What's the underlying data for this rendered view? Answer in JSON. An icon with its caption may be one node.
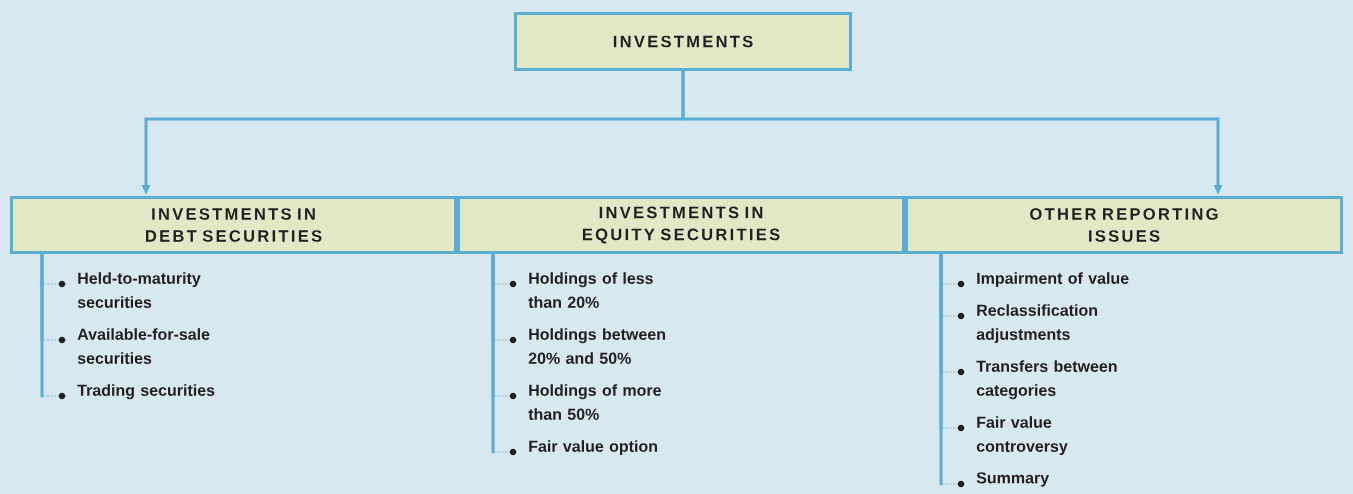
{
  "diagram": {
    "nodes": [
      {
        "text": [
          "INVESTMENTS"
        ]
      },
      {
        "text": [
          "INVESTMENTS IN DEBT SECURITIES"
        ]
      },
      {
        "text": [
          "INVESTMENTS IN EQUITY SECURITIES"
        ]
      },
      {
        "text": [
          "OTHER REPORTING ISSUES"
        ]
      },
      {
        "text": [
          "Held-to-maturity securities"
        ]
      },
      {
        "text": [
          "Available-for-sale securities"
        ]
      },
      {
        "text": [
          "Trading securities"
        ]
      },
      {
        "text": [
          "Holdings of less than 20%"
        ]
      },
      {
        "text": [
          "Holdings between 20% and 50%"
        ]
      },
      {
        "text": [
          "Holdings of more than 50%"
        ]
      },
      {
        "text": [
          "Fair value option"
        ]
      },
      {
        "text": [
          "Impairment of value"
        ]
      },
      {
        "text": [
          "Reclassification adjustments"
        ]
      },
      {
        "text": [
          "Transfers between categories"
        ]
      },
      {
        "text": [
          "Fair value controversy"
        ]
      },
      {
        "text": [
          "Summary"
        ]
      }
    ],
    "edges": [
      {
        "from": 0,
        "to": 1,
        "arrow": "to"
      },
      {
        "from": 0,
        "to": 3,
        "arrow": "to"
      },
      {
        "from": 1,
        "to": 4,
        "arrow": "none"
      },
      {
        "from": 1,
        "to": 5,
        "arrow": "none"
      },
      {
        "from": 1,
        "to": 6,
        "arrow": "none"
      },
      {
        "from": 2,
        "to": 7,
        "arrow": "none"
      },
      {
        "from": 2,
        "to": 8,
        "arrow": "none"
      },
      {
        "from": 2,
        "to": 9,
        "arrow": "none"
      },
      {
        "from": 2,
        "to": 10,
        "arrow": "none"
      },
      {
        "from": 3,
        "to": 11,
        "arrow": "none"
      },
      {
        "from": 3,
        "to": 12,
        "arrow": "none"
      },
      {
        "from": 3,
        "to": 13,
        "arrow": "none"
      },
      {
        "from": 3,
        "to": 14,
        "arrow": "none"
      },
      {
        "from": 3,
        "to": 15,
        "arrow": "none"
      }
    ]
  }
}
